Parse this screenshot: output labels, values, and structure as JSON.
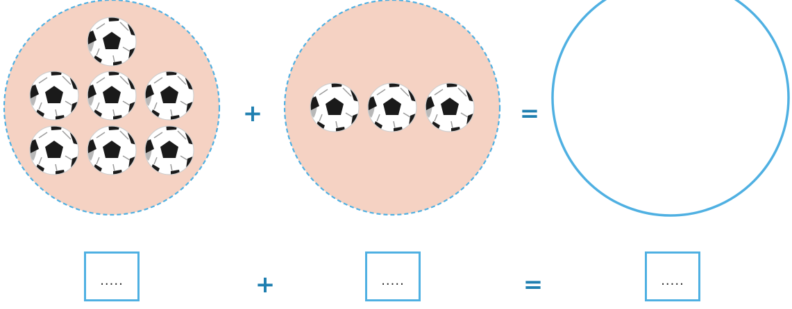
{
  "group_a": {
    "ball_count": 7,
    "layout_rows": [
      1,
      3,
      3
    ]
  },
  "group_b": {
    "ball_count": 3,
    "layout_rows": [
      3
    ]
  },
  "group_result": {
    "ball_count": 0
  },
  "operators": {
    "plus": "+",
    "equals": "="
  },
  "answer_boxes": {
    "first": ".....",
    "second": ".....",
    "result": "....."
  },
  "colors": {
    "circle_fill": "#f5d2c3",
    "circle_border": "#4fb0e2",
    "operator": "#1f7fb0",
    "ball_black": "#1a1a1a",
    "ball_white": "#ffffff",
    "ball_shadow": "#b8b8b8"
  },
  "icons": {
    "ball": "soccer-ball-icon"
  }
}
